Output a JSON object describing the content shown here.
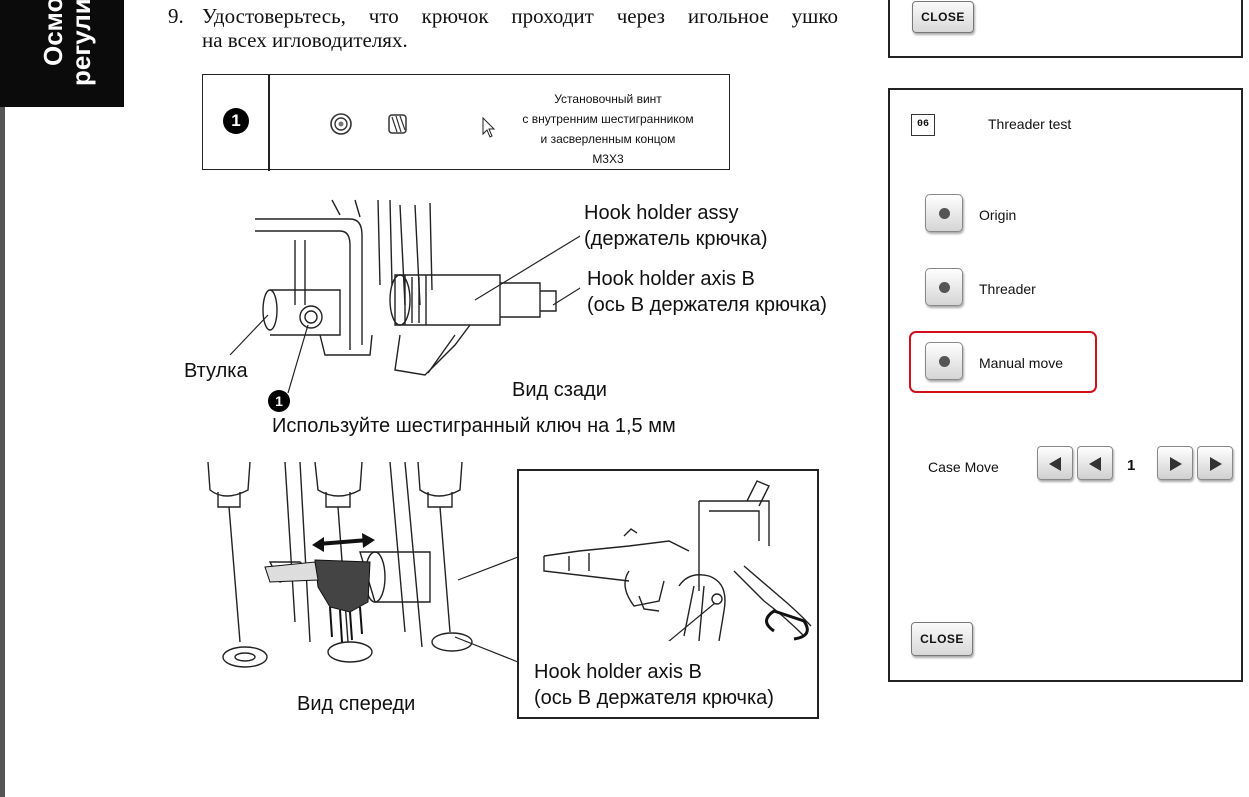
{
  "side_tab": {
    "line1": "Осмо",
    "line2": "регули"
  },
  "step": {
    "number": "9.",
    "line1": "Удостоверьтесь, что крючок проходит через игольное ушко",
    "line2": "на всех игловодителях."
  },
  "parts_table": {
    "badge": "1",
    "desc_lines": [
      "Установочный винт",
      "с внутренним шестигранником",
      "и засверленным концом",
      "M3X3"
    ]
  },
  "rear_view": {
    "hook_holder_assy": "Hook holder assy",
    "hook_holder_assy_ru": "(держатель крючка)",
    "hook_holder_axis": "Hook holder axis B",
    "hook_holder_axis_ru": "(ось B держателя крючка)",
    "bushing": "Втулка",
    "caption": "Вид сзади",
    "badge": "1",
    "hex_key_note": "Используйте шестигранный ключ на 1,5 мм"
  },
  "front_view": {
    "caption": "Вид спереди",
    "inset_label": "Hook holder axis B",
    "inset_label_ru": "(ось B держателя крючка)"
  },
  "top_panel": {
    "close_label": "CLOSE"
  },
  "threader_panel": {
    "code": "06",
    "title": "Threader test",
    "options": [
      {
        "label": "Origin",
        "selected": false
      },
      {
        "label": "Threader",
        "selected": false
      },
      {
        "label": "Manual move",
        "selected": true
      }
    ],
    "case_move_label": "Case Move",
    "case_value": "1",
    "close_label": "CLOSE",
    "highlight_color": "#d0101c"
  }
}
